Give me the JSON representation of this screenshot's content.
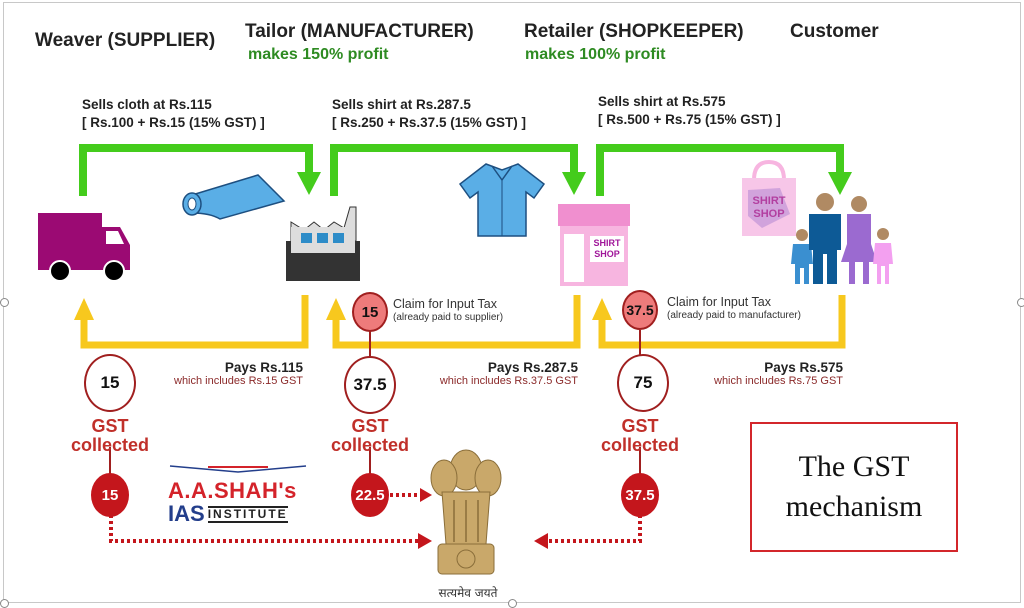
{
  "headers": {
    "weaver": "Weaver (SUPPLIER)",
    "tailor": "Tailor (MANUFACTURER)",
    "tailor_profit": "makes 150% profit",
    "retailer": "Retailer (SHOPKEEPER)",
    "retailer_profit": "makes 100% profit",
    "customer": "Customer"
  },
  "sales": [
    {
      "line1": "Sells cloth at Rs.115",
      "line2": "[ Rs.100 + Rs.15 (15% GST) ]"
    },
    {
      "line1": "Sells shirt at Rs.287.5",
      "line2": "[ Rs.250 + Rs.37.5 (15% GST) ]"
    },
    {
      "line1": "Sells shirt at Rs.575",
      "line2": "[ Rs.500 + Rs.75 (15% GST) ]"
    }
  ],
  "payments": [
    {
      "pays": "Pays Rs.115",
      "includes": "which includes Rs.15 GST",
      "gst_collected": "15"
    },
    {
      "pays": "Pays Rs.287.5",
      "includes": "which includes Rs.37.5 GST",
      "gst_collected": "37.5"
    },
    {
      "pays": "Pays Rs.575",
      "includes": "which includes Rs.75 GST",
      "gst_collected": "75"
    }
  ],
  "claims": [
    {
      "value": "15",
      "title": "Claim for Input Tax",
      "note": "(already paid to supplier)"
    },
    {
      "value": "37.5",
      "title": "Claim for Input Tax",
      "note": "(already paid to manufacturer)"
    }
  ],
  "gst_label_1": "GST",
  "gst_label_2": "collected",
  "net_to_govt": [
    "15",
    "22.5",
    "37.5"
  ],
  "shop_sign": [
    "SHIRT",
    "SHOP"
  ],
  "emblem_motto": "सत्यमेव जयते",
  "logo": {
    "line1": "A.A.SHAH's",
    "ias": "IAS",
    "institute": "INSTITUTE"
  },
  "title_box": {
    "line1": "The GST",
    "line2": "mechanism"
  },
  "colors": {
    "green": "#44cc1c",
    "yellow": "#f7c81e",
    "red": "#c4161c",
    "title_border": "#d3262b"
  }
}
